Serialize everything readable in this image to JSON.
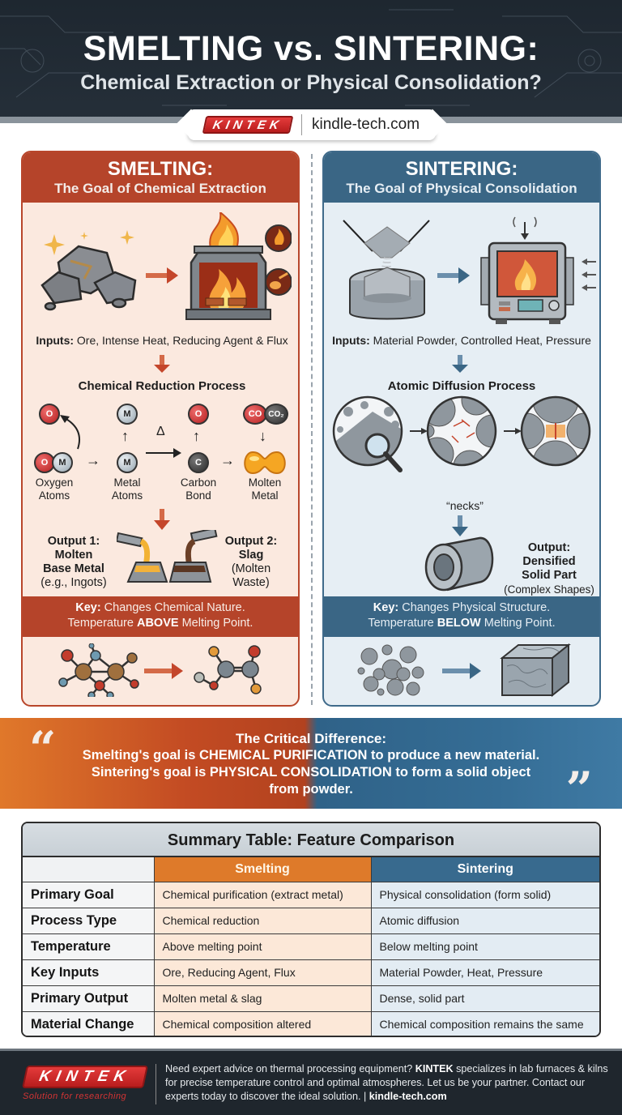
{
  "header": {
    "title": "SMELTING vs. SINTERING:",
    "subtitle": "Chemical Extraction or Physical Consolidation?",
    "brand_badge": "KINTEK",
    "url": "kindle-tech.com"
  },
  "smelting": {
    "title": "SMELTING:",
    "subtitle": "The Goal of Chemical Extraction",
    "inputs_label": "Inputs:",
    "inputs_text": " Ore, Intense Heat, Reducing Agent & Flux",
    "process_title": "Chemical Reduction Process",
    "atoms": {
      "o1": "O",
      "o2": "O",
      "m1": "M",
      "m2": "M",
      "m3": "M",
      "o3": "O",
      "c": "C",
      "co": "CO",
      "co2": "CO₂"
    },
    "delta": "Δ",
    "labels": [
      {
        "line1": "Oxygen",
        "line2": "Atoms"
      },
      {
        "line1": "Metal",
        "line2": "Atoms"
      },
      {
        "line1": "Carbon",
        "line2": "Bond"
      },
      {
        "line1": "Molten",
        "line2": "Metal"
      }
    ],
    "output1": {
      "line1": "Output 1:",
      "line2": "Molten",
      "line3": "Base Metal",
      "line4": "(e.g., Ingots)"
    },
    "output2": {
      "line1": "Output 2:",
      "line2": "Slag",
      "line3": "(Molten",
      "line4": "Waste)"
    },
    "key_label": "Key:",
    "key_line1": " Changes Chemical Nature.",
    "key_line2_pre": "Temperature ",
    "key_line2_bold": "ABOVE",
    "key_line2_post": " Melting Point.",
    "color_header": "#b5442a",
    "color_bg": "#fbe9df"
  },
  "sintering": {
    "title": "SINTERING:",
    "subtitle": "The Goal of Physical Consolidation",
    "inputs_label": "Inputs:",
    "inputs_text": " Material Powder, Controlled Heat, Pressure",
    "process_title": "Atomic Diffusion Process",
    "necks_label": "“necks”",
    "output": {
      "line1": "Output:",
      "line2": "Densified",
      "line3": "Solid Part",
      "line4": "(Complex Shapes)"
    },
    "key_label": "Key:",
    "key_line1": " Changes Physical Structure.",
    "key_line2_pre": "Temperature ",
    "key_line2_bold": "BELOW",
    "key_line2_post": " Melting Point.",
    "color_header": "#3a6685",
    "color_bg": "#e6eef4"
  },
  "quote": {
    "open_mark": "“",
    "close_mark": "”",
    "title": "The Critical Difference:",
    "body": "Smelting's goal is CHEMICAL PURIFICATION to produce a new material. Sintering's goal is PHYSICAL CONSOLIDATION to form a solid object from powder."
  },
  "summary": {
    "title": "Summary Table: Feature Comparison",
    "columns": [
      "",
      "Smelting",
      "Sintering"
    ],
    "rows": [
      {
        "feature": "Primary Goal",
        "smelting": "Chemical purification (extract metal)",
        "sintering": "Physical consolidation (form solid)"
      },
      {
        "feature": "Process Type",
        "smelting": "Chemical reduction",
        "sintering": "Atomic diffusion"
      },
      {
        "feature": "Temperature",
        "smelting": "Above melting point",
        "sintering": "Below melting point"
      },
      {
        "feature": "Key Inputs",
        "smelting": "Ore, Reducing Agent, Flux",
        "sintering": "Material Powder, Heat, Pressure"
      },
      {
        "feature": "Primary Output",
        "smelting": "Molten metal & slag",
        "sintering": "Dense, solid part"
      },
      {
        "feature": "Material Change",
        "smelting": "Chemical composition altered",
        "sintering": "Chemical composition remains the same"
      }
    ]
  },
  "footer": {
    "logo": "KINTEK",
    "tagline": "Solution for researching",
    "text_pre": "Need expert advice on thermal processing equipment? ",
    "text_brand": "KINTEK",
    "text_mid": " specializes in lab furnaces & kilns for precise temperature control and optimal atmospheres. Let us be your partner. Contact our experts today to discover the ideal solution. | ",
    "text_url": "kindle-tech.com"
  },
  "colors": {
    "header_bg": "#222c36",
    "smelting_accent": "#b5442a",
    "sintering_accent": "#3a6685",
    "table_smelting_header": "#de7a2a",
    "table_sintering_header": "#386a8e",
    "brand_red": "#d42a2a"
  }
}
